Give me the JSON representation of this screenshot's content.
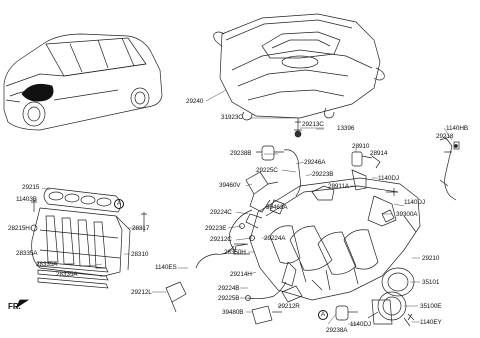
{
  "diagram": {
    "labels": {
      "p29240": "29240",
      "p31923C": "31923C",
      "p29213C": "29213C",
      "p13396": "13396",
      "p1140HB": "1140HB",
      "p29218": "29218",
      "p29238B": "29238B",
      "p29246A": "29246A",
      "p29225C": "29225C",
      "p29223B": "29223B",
      "p28910": "28910",
      "p28914": "28914",
      "p39460V": "39460V",
      "p28911A": "28911A",
      "p1140DJ_a": "1140DJ",
      "p1140DJ_b": "1140DJ",
      "p39462A": "39462A",
      "p39300A": "39300A",
      "p29215": "29215",
      "p11403B": "11403B",
      "p28215H": "28215H",
      "p28317": "28317",
      "p28310": "28310",
      "p28335A_1": "28335A",
      "p28335A_2": "28335A",
      "p28335A_3": "28335A",
      "p1140ES": "1140ES",
      "p29224C": "29224C",
      "p29223E": "29223E",
      "p29212C": "29212C",
      "p29224A": "29224A",
      "p28350H": "28350H",
      "p29210": "29210",
      "p29214H": "29214H",
      "p35101": "35101",
      "p29224B": "29224B",
      "p29212L": "29212L",
      "p29225B": "29225B",
      "p29212R": "29212R",
      "p35100E": "35100E",
      "p39480B": "39480B",
      "p1140DJ_c": "1140DJ",
      "p29238A": "29238A",
      "p1140EY": "1140EY",
      "fr": "FR.",
      "refA": "A"
    }
  }
}
